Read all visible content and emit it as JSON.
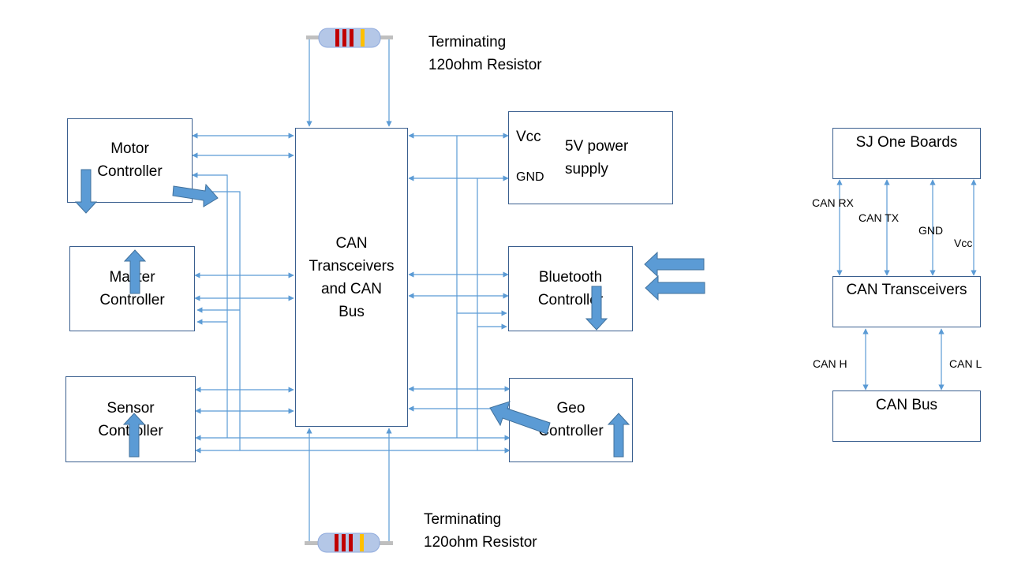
{
  "resistors": {
    "top_label_line1": "Terminating",
    "top_label_line2": "120ohm Resistor",
    "bottom_label_line1": "Terminating",
    "bottom_label_line2": "120ohm Resistor"
  },
  "nodes": {
    "motor": {
      "line1": "Motor",
      "line2": "Controller"
    },
    "master": {
      "line1": "Master",
      "line2": "Controller"
    },
    "sensor": {
      "line1": "Sensor",
      "line2": "Controller"
    },
    "bus": {
      "line1": "CAN",
      "line2": "Transceivers",
      "line3": "and CAN",
      "line4": "Bus"
    },
    "power": {
      "vcc": "Vcc",
      "gnd": "GND",
      "line1": "5V power",
      "line2": "supply"
    },
    "bluetooth": {
      "line1": "Bluetooth",
      "line2": "Controller"
    },
    "geo": {
      "line1": "Geo",
      "line2": "Controller"
    }
  },
  "legend": {
    "sj_one": "SJ One Boards",
    "transceivers": "CAN Transceivers",
    "can_bus": "CAN Bus",
    "can_rx": "CAN RX",
    "can_tx": "CAN TX",
    "gnd": "GND",
    "vcc": "Vcc",
    "can_h": "CAN H",
    "can_l": "CAN L"
  },
  "colors": {
    "line": "#5b9bd5",
    "arrow_fill": "#5b9bd5",
    "arrow_stroke": "#41719c",
    "box_border": "#3a5f8f"
  }
}
